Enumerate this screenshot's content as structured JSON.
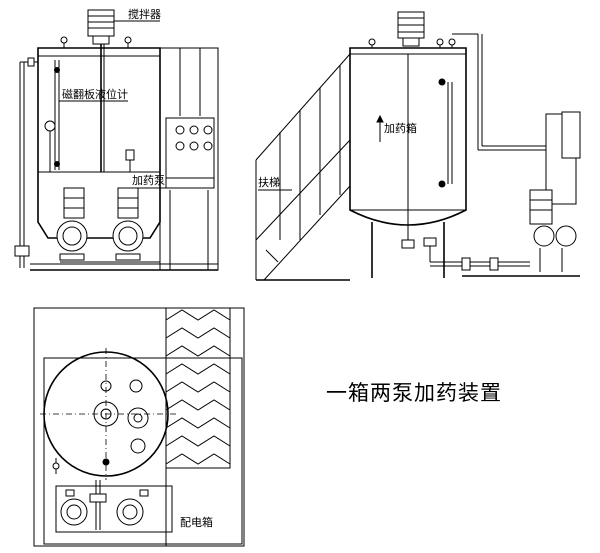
{
  "labels": {
    "agitator": "搅拌器",
    "level_gauge": "磁翻板液位计",
    "dosing_pump": "加药泵",
    "dosing_tank": "加药箱",
    "handrail": "扶梯",
    "distribution_box": "配电箱"
  },
  "title": "一箱两泵加药装置"
}
